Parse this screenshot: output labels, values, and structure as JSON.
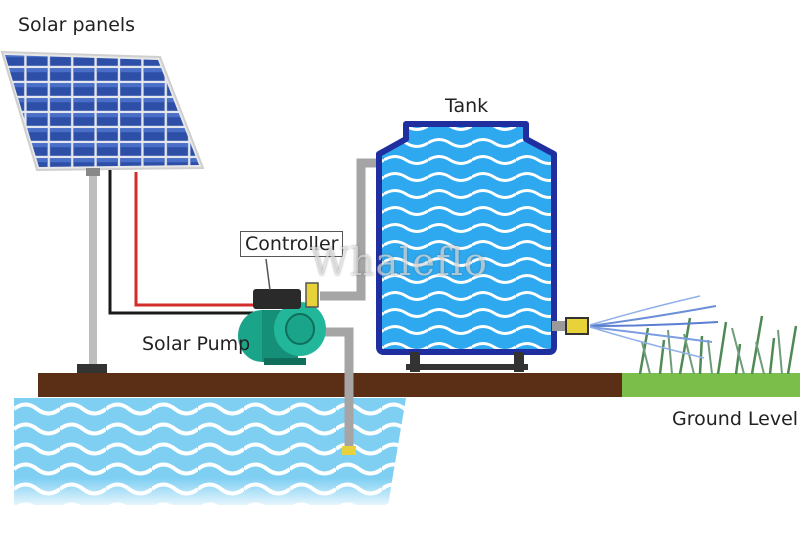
{
  "labels": {
    "solar_panels": "Solar panels",
    "tank": "Tank",
    "controller": "Controller",
    "solar_pump": "Solar Pump",
    "ground_level": "Ground Level"
  },
  "watermark": "Whaleflo",
  "colors": {
    "panel_cell": "#2d4fa8",
    "panel_frame": "#d8d8d8",
    "tank_water": "#2aa7ee",
    "tank_outline": "#1f2fa0",
    "ground": "#5a2f15",
    "grass": "#7bbf4a",
    "pipe": "#9a9a9a",
    "wire_red": "#d42b2b",
    "wire_black": "#1a1a1a",
    "pump_body": "#1aa58a",
    "water_body": "#6cc7f0",
    "spray": "#6a8fd8"
  }
}
